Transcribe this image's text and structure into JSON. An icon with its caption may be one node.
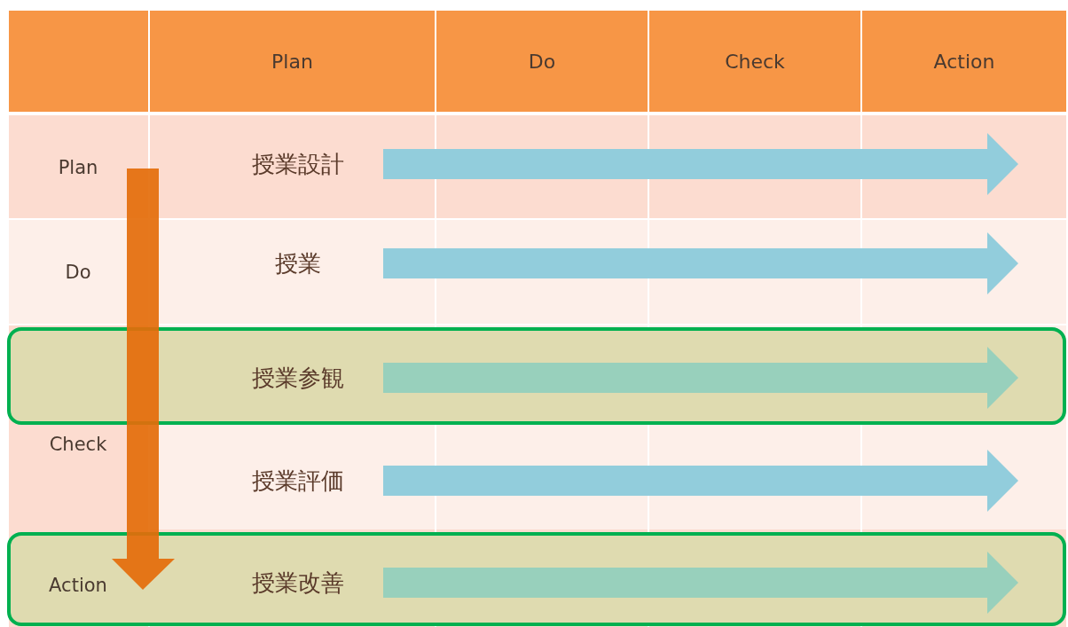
{
  "diagram": {
    "nodes": [
      {
        "text": [
          "授業設計"
        ]
      },
      {
        "text": [
          "授業"
        ]
      },
      {
        "text": [],
        "shape": "box"
      },
      {
        "text": [
          "授業参観"
        ],
        "in": 2
      },
      {
        "text": [
          "授業評価"
        ]
      },
      {
        "text": [],
        "shape": "box"
      },
      {
        "text": [
          "授業改善"
        ],
        "in": 5
      }
    ],
    "labels": [
      "Plan",
      "Do",
      "Check",
      "Action",
      "Plan",
      "Do",
      "Check",
      "Action"
    ]
  }
}
